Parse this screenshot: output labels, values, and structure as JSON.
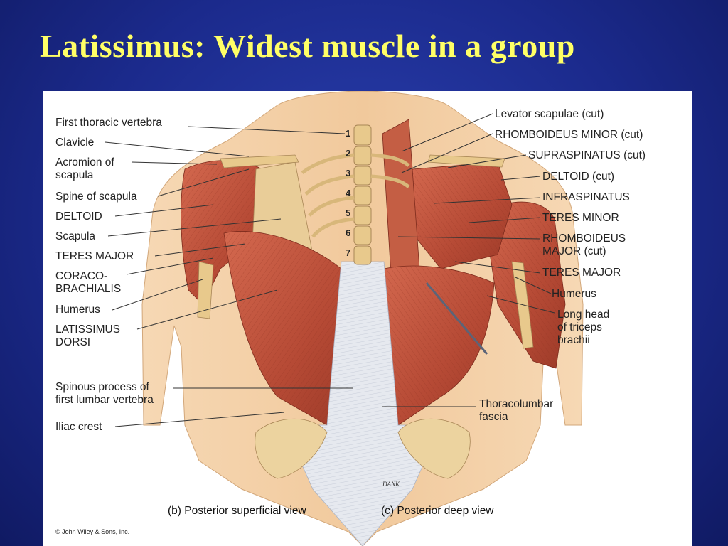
{
  "slide": {
    "title": "Latissimus:  Widest muscle in a group"
  },
  "figure": {
    "left_labels": [
      {
        "id": "first-thoracic-vertebra",
        "text": "First thoracic vertebra"
      },
      {
        "id": "clavicle",
        "text": "Clavicle"
      },
      {
        "id": "acromion-of-scapula",
        "text": "Acromion of\nscapula"
      },
      {
        "id": "spine-of-scapula",
        "text": "Spine of scapula"
      },
      {
        "id": "deltoid",
        "text": "DELTOID"
      },
      {
        "id": "scapula",
        "text": "Scapula"
      },
      {
        "id": "teres-major",
        "text": "TERES MAJOR"
      },
      {
        "id": "coracobrachialis",
        "text": "CORACO-\nBRACHIALIS"
      },
      {
        "id": "humerus",
        "text": "Humerus"
      },
      {
        "id": "latissimus-dorsi",
        "text": "LATISSIMUS\nDORSI"
      },
      {
        "id": "spinous-process",
        "text": "Spinous process of\nfirst lumbar vertebra"
      },
      {
        "id": "iliac-crest",
        "text": "Iliac crest"
      }
    ],
    "right_labels": [
      {
        "id": "levator-scapulae",
        "text": "Levator scapulae (cut)"
      },
      {
        "id": "rhomboideus-minor",
        "text": "RHOMBOIDEUS MINOR (cut)"
      },
      {
        "id": "supraspinatus",
        "text": "SUPRASPINATUS (cut)"
      },
      {
        "id": "deltoid-cut",
        "text": "DELTOID (cut)"
      },
      {
        "id": "infraspinatus",
        "text": "INFRASPINATUS"
      },
      {
        "id": "teres-minor",
        "text": "TERES MINOR"
      },
      {
        "id": "rhomboideus-major",
        "text": "RHOMBOIDEUS\nMAJOR (cut)"
      },
      {
        "id": "teres-major-right",
        "text": "TERES MAJOR"
      },
      {
        "id": "humerus-right",
        "text": "Humerus"
      },
      {
        "id": "triceps-long-head",
        "text": "Long head\nof triceps\nbrachii"
      },
      {
        "id": "thoracolumbar-fascia",
        "text": "Thoracolumbar\nfascia"
      }
    ],
    "vertebra_numbers": [
      "1",
      "2",
      "3",
      "4",
      "5",
      "6",
      "7"
    ],
    "captions": {
      "left": "(b) Posterior superficial view",
      "right": "(c) Posterior deep view"
    },
    "artist_signature": "DANK",
    "copyright": "© John Wiley & Sons, Inc."
  },
  "colors": {
    "title": "#ffff66",
    "background": "#1b2a8c",
    "muscle": "#c1533c",
    "skin": "#f2cfa4",
    "bone": "#e8c98c",
    "fascia": "#e6e9ef"
  }
}
